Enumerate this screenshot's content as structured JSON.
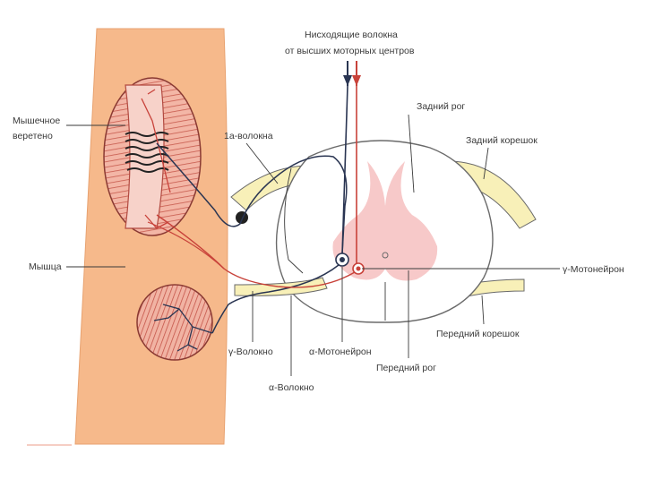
{
  "labels": {
    "descending_line1": "Нисходящие волокна",
    "descending_line2": "от высших моторных центров",
    "posterior_horn": "Задний рог",
    "posterior_root": "Задний корешок",
    "ia_fibers": "1а-волокна",
    "muscle_spindle_line1": "Мышечное",
    "muscle_spindle_line2": "веретено",
    "muscle": "Мышца",
    "gamma_motoneuron": "γ-Мотонейрон",
    "anterior_root": "Передний корешок",
    "gamma_fiber": "γ-Волокно",
    "alpha_motoneuron": "α-Мотонейрон",
    "alpha_fiber": "α-Волокно",
    "anterior_horn": "Передний рог"
  },
  "colors": {
    "muscle": "#f6b98b",
    "muscle_edge": "#e8a270",
    "fiber_red": "#c8423a",
    "fiber_blue": "#2a3552",
    "grey_matter": "#f7c9c9",
    "root_yellow": "#f8f0b8",
    "outline": "#6a6a6a"
  }
}
